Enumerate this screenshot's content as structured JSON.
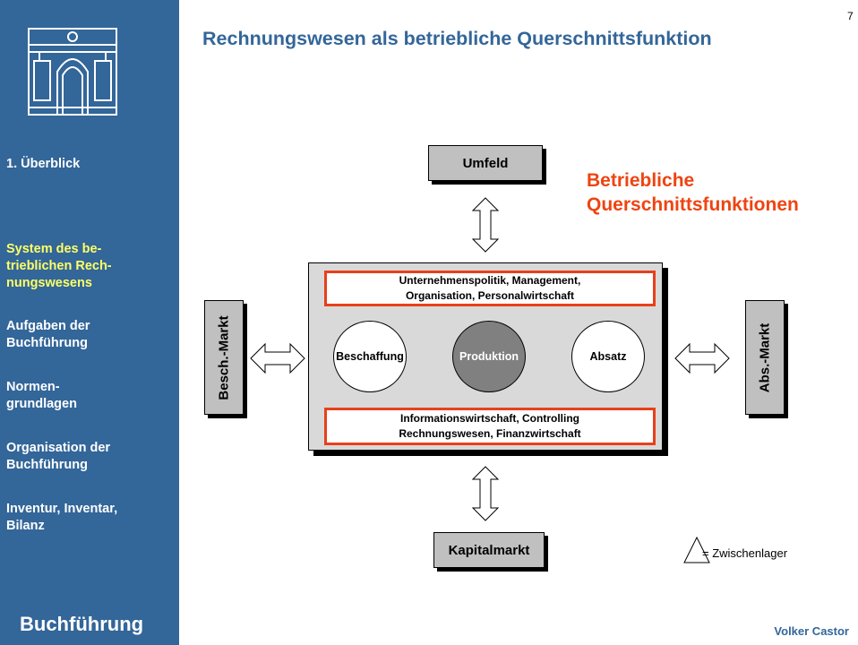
{
  "slide": {
    "page_number": "7",
    "title": "Rechnungswesen als betriebliche Querschnittsfunktion"
  },
  "sidebar": {
    "items": [
      {
        "label": "1. Überblick"
      },
      {
        "label": "System des be-\ntrieblichen Rech-\nnungswesens"
      },
      {
        "label": "Aufgaben der\nBuchführung"
      },
      {
        "label": "Normen-\ngrundlagen"
      },
      {
        "label": "Organisation der\nBuchführung"
      },
      {
        "label": "Inventur, Inventar,\nBilanz"
      }
    ],
    "footer": "Buchführung"
  },
  "footer": {
    "author": "Volker Castor"
  },
  "diagram": {
    "top_box": "Umfeld",
    "bottom_box": "Kapitalmarkt",
    "left_box": "Besch.-Markt",
    "right_box": "Abs.-Markt",
    "highlight": "Betriebliche\nQuerschnittsfunktionen",
    "top_function": "Unternehmenspolitik, Management,\nOrganisation, Personalwirtschaft",
    "bottom_function": "Informationswirtschaft, Controlling\nRechnungswesen, Finanzwirtschaft",
    "circles": [
      "Beschaffung",
      "Produktion",
      "Absatz"
    ],
    "legend": "= Zwischenlager"
  },
  "colors": {
    "sidebar": "#336699",
    "active_nav": "#ffff66",
    "accent_red": "#e8401a",
    "panel_gray": "#d9d9d9",
    "box_gray": "#c0c0c0"
  }
}
